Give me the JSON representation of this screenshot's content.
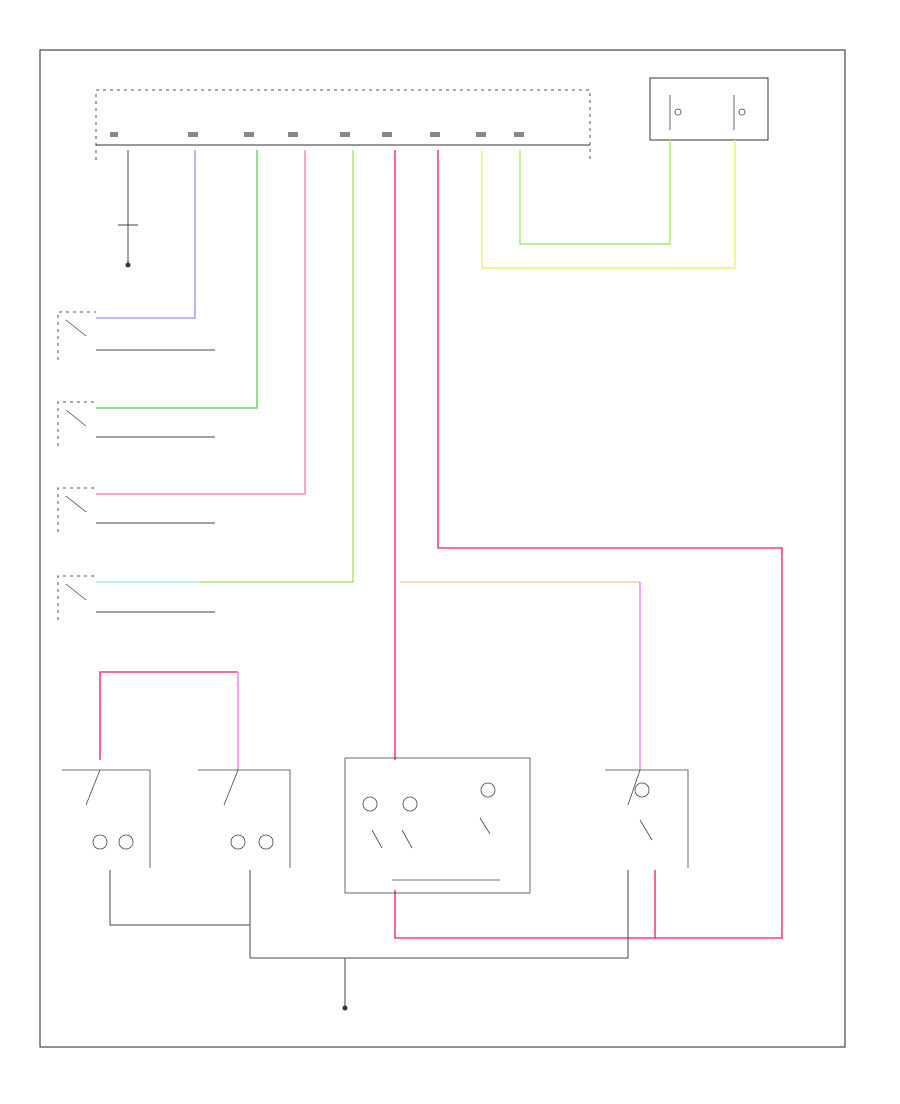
{
  "diagram": {
    "footer_code": "",
    "module": {
      "label": "",
      "note": ""
    },
    "switches": [
      {
        "id": "door-switch-1",
        "label": ""
      },
      {
        "id": "door-switch-2",
        "label": ""
      },
      {
        "id": "door-switch-3",
        "label": ""
      },
      {
        "id": "door-switch-4",
        "label": ""
      }
    ],
    "lamps": [
      {
        "id": "lamp-left",
        "label": ""
      },
      {
        "id": "lamp-right",
        "label": ""
      },
      {
        "id": "lamp-center",
        "label": ""
      },
      {
        "id": "lamp-rear",
        "label": ""
      }
    ],
    "grounds": [
      {
        "id": "g-top",
        "label": ""
      },
      {
        "id": "g-main",
        "label": ""
      }
    ],
    "wire_colors": {
      "blue": "#8d94e8",
      "green": "#4fd24f",
      "pink": "#f07aa8",
      "red": "#f2446e",
      "yellow": "#efef6a",
      "yellow_green": "#a8e86a",
      "orange": "#f4b08a",
      "violet": "#e57ae6",
      "cyan": "#8fe8e8"
    }
  }
}
